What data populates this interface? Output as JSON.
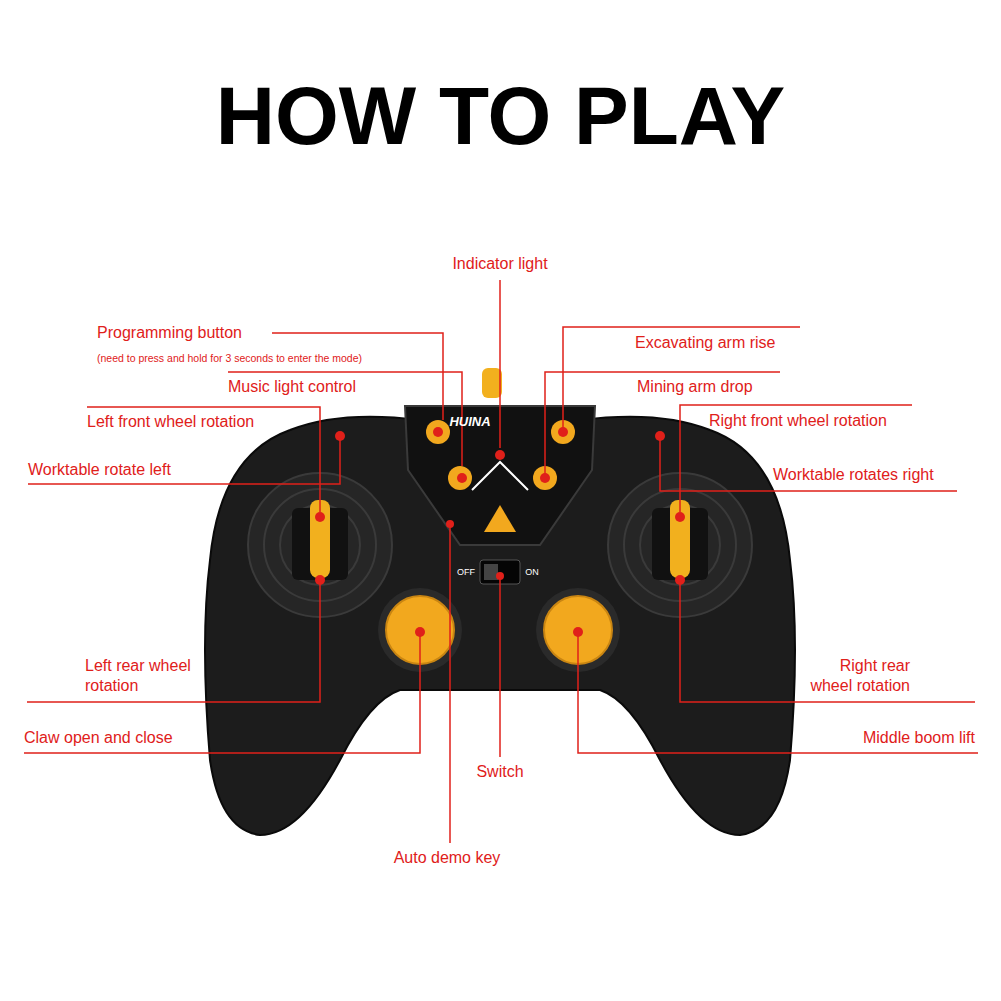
{
  "diagram": {
    "title": "HOW TO PLAY",
    "labels": [
      "Indicator light",
      "Programming button",
      "(need to press and hold for 3 seconds to enter the mode)",
      "Music light control",
      "Left front wheel rotation",
      "Worktable rotate left",
      "Left rear wheel rotation",
      "Claw open and close",
      "Switch",
      "Auto demo key",
      "Excavating arm rise",
      "Mining arm drop",
      "Right front wheel rotation",
      "Worktable rotates right",
      "Right rear wheel rotation",
      "Middle boom lift",
      "HUINA",
      "OFF",
      "ON"
    ]
  }
}
